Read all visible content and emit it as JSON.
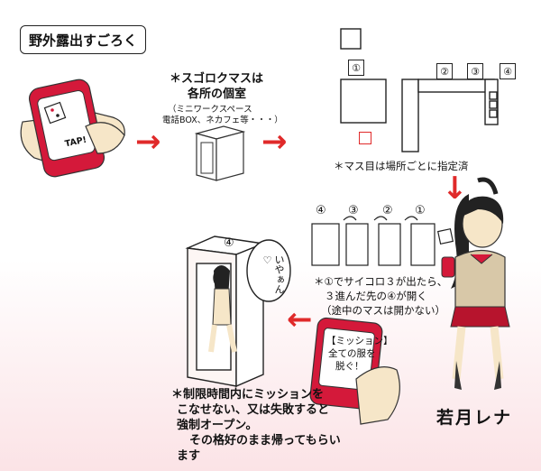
{
  "title": "野外露出すごろく",
  "phone_tap": "TAP!",
  "step1": {
    "heading_1": "＊スゴロクマスは",
    "heading_2": "各所の個室",
    "note_1": "（ミニワークスペース",
    "note_2": "電話BOX、ネカフェ等・・・）"
  },
  "map": {
    "caption": "＊マス目は場所ごとに指定済",
    "cell_labels": [
      "①",
      "②",
      "③",
      "④"
    ]
  },
  "sequence_labels": [
    "④",
    "③",
    "②",
    "①"
  ],
  "rule_1": {
    "line1": "＊①でサイコロ３が出たら、",
    "line2": "３進んだ先の④が開く",
    "line3": "（途中のマスは開かない）"
  },
  "booth_label": "④",
  "speech": "いやぁん♡",
  "mission_phone": {
    "line1": "【ミッション】",
    "line2": "全ての服を",
    "line3": "脱ぐ！"
  },
  "rule_2": {
    "line1": "＊制限時間内にミッションを",
    "line2": "こなせない、又は失敗すると",
    "line3": "強制オープン。",
    "line4": "その格好のまま帰ってもらい",
    "line5": "ます"
  },
  "character_name": "若月レナ",
  "colors": {
    "arrow": "#e02a2a",
    "phone": "#d4193a",
    "background_bottom": "#fbe3e6"
  }
}
